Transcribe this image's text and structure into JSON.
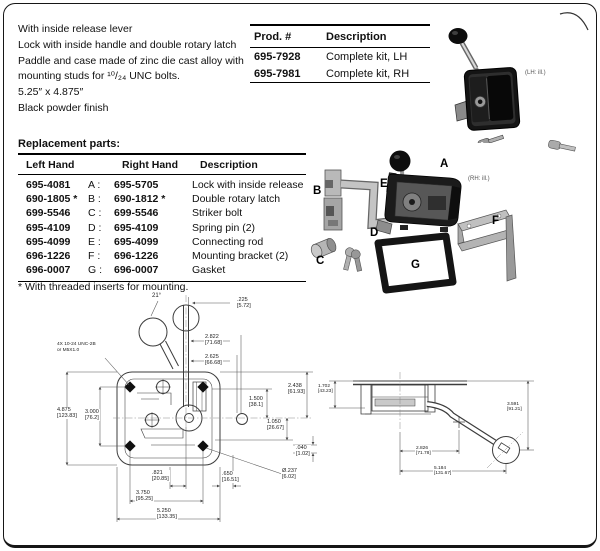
{
  "intro": {
    "lines": [
      "With inside release lever",
      "Lock with inside handle and double rotary latch",
      "Paddle and case made of zinc die cast alloy with mounting studs for ¹⁰/₂₄ UNC bolts.",
      "5.25″ x 4.875″",
      "Black powder finish"
    ]
  },
  "product_table": {
    "headers": [
      "Prod. #",
      "Description"
    ],
    "rows": [
      {
        "prod": "695-7928",
        "desc": "Complete kit, LH"
      },
      {
        "prod": "695-7981",
        "desc": "Complete kit, RH"
      }
    ]
  },
  "replacement": {
    "title": "Replacement parts:",
    "headers": [
      "Left Hand",
      "Right Hand",
      "Description"
    ],
    "rows": [
      {
        "left": "695-4081",
        "letter": "A :",
        "right": "695-5705",
        "desc": "Lock with inside release"
      },
      {
        "left": "690-1805 *",
        "letter": "B :",
        "right": "690-1812 *",
        "desc": "Double rotary latch"
      },
      {
        "left": "699-5546",
        "letter": "C :",
        "right": "699-5546",
        "desc": "Striker bolt"
      },
      {
        "left": "695-4109",
        "letter": "D :",
        "right": "695-4109",
        "desc": "Spring pin (2)"
      },
      {
        "left": "695-4099",
        "letter": "E :",
        "right": "695-4099",
        "desc": "Connecting rod"
      },
      {
        "left": "696-1226",
        "letter": "F :",
        "right": "696-1226",
        "desc": "Mounting bracket (2)"
      },
      {
        "left": "696-0007",
        "letter": "G :",
        "right": "696-0007",
        "desc": "Gasket"
      }
    ],
    "footnote": "* With threaded inserts for mounting."
  },
  "photo": {
    "caption": "(LH: ill.)"
  },
  "exploded": {
    "caption": "(RH: ill.)",
    "letters": [
      "A",
      "B",
      "C",
      "D",
      "E",
      "F",
      "G"
    ]
  },
  "front_view": {
    "angle": "21°",
    "thread_note": [
      "4X 10-24 UNC-2B",
      "or M5X1.0"
    ],
    "dims": [
      {
        "in": ".225",
        "mm": "[5.72]"
      },
      {
        "in": "2.822",
        "mm": "[71.68]"
      },
      {
        "in": "2.625",
        "mm": "[66.68]"
      },
      {
        "in": "2.438",
        "mm": "[61.93]"
      },
      {
        "in": "1.500",
        "mm": "[38.1]"
      },
      {
        "in": "1.050",
        "mm": "[26.67]"
      },
      {
        "in": ".040",
        "mm": "[1.02]"
      },
      {
        "in": "4.875",
        "mm": "[123.83]"
      },
      {
        "in": "3.000",
        "mm": "[76.2]"
      },
      {
        "in": ".821",
        "mm": "[20.85]"
      },
      {
        "in": ".650",
        "mm": "[16.51]"
      },
      {
        "in": "3.750",
        "mm": "[95.25]"
      },
      {
        "in": "5.250",
        "mm": "[133.35]"
      },
      {
        "in": "Ø.237",
        "mm": "[6.02]"
      }
    ]
  },
  "side_view": {
    "dims": [
      {
        "in": "1.702",
        "mm": "[43.23]"
      },
      {
        "in": "3.591",
        "mm": "[91.21]"
      },
      {
        "in": "2.826",
        "mm": "[71.78]"
      },
      {
        "in": "5.184",
        "mm": "[131.67]"
      }
    ]
  },
  "colors": {
    "ink": "#1a1a1a",
    "line": "#3c3c3c",
    "metal": "#b5b5b5",
    "dark": "#141414"
  }
}
